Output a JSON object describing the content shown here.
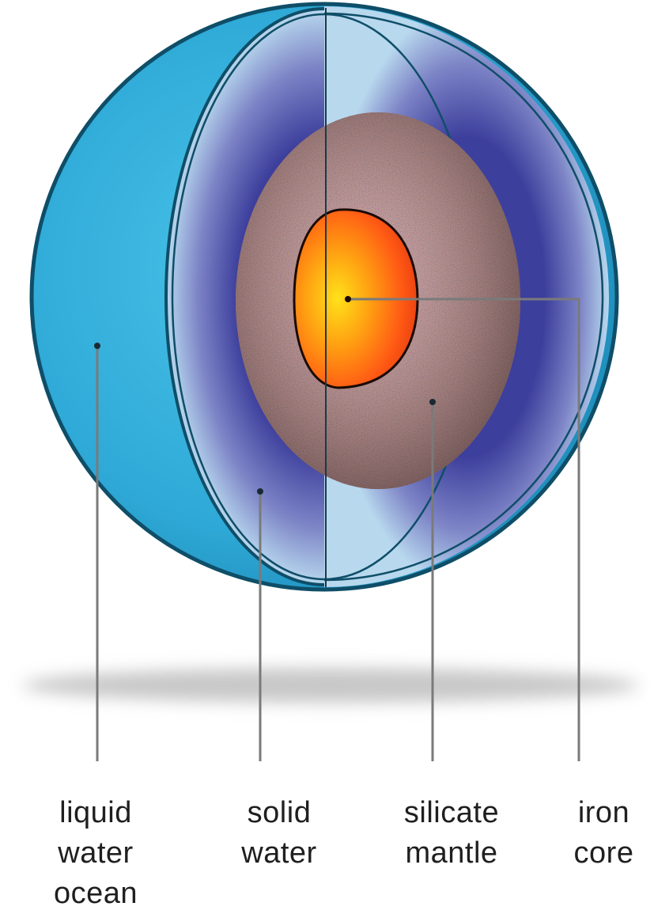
{
  "labels": {
    "ocean": [
      "liquid",
      "water",
      "ocean"
    ],
    "solid": [
      "solid",
      "water"
    ],
    "mantle": [
      "silicate",
      "mantle"
    ],
    "core": [
      "iron",
      "core"
    ]
  },
  "colors": {
    "ocean": "#2fa9d6",
    "solid_water": "#5a5fae",
    "crust_light": "#b7dcef",
    "mantle": "#7b4a3c",
    "core": "#ff5a14",
    "core_center": "#ffd21a",
    "outline": "#0f4e68",
    "leader": "#7a7a7a",
    "shadow": "#c8c8c8",
    "label_text": "#1f1f1f"
  }
}
